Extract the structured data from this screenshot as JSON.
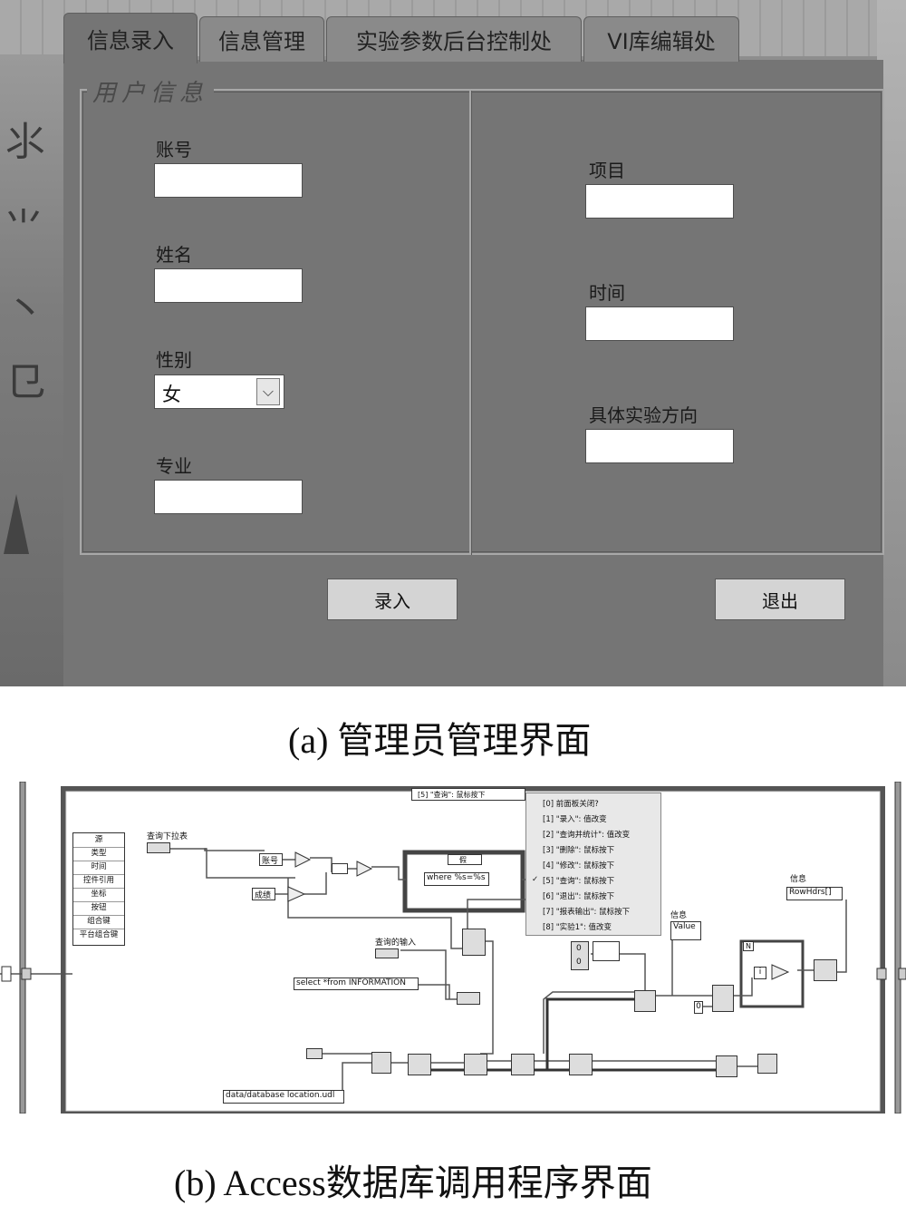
{
  "panel_a": {
    "tabs": [
      "信息录入",
      "信息管理",
      "实验参数后台控制处",
      "VI库编辑处"
    ],
    "active_tab_index": 0,
    "group_title": "用户信息",
    "left_fields": {
      "account_label": "账号",
      "name_label": "姓名",
      "gender_label": "性别",
      "gender_value": "女",
      "major_label": "专业"
    },
    "right_fields": {
      "project_label": "项目",
      "time_label": "时间",
      "direction_label": "具体实验方向"
    },
    "buttons": {
      "enter": "录入",
      "exit": "退出"
    },
    "caption": "(a) 管理员管理界面"
  },
  "panel_b": {
    "case_selector": "[5] \"查询\": 鼠标按下",
    "case_menu": [
      "[0] 前面板关闭?",
      "[1] \"录入\": 值改变",
      "[2] \"查询并统计\": 值改变",
      "[3] \"删除\": 鼠标按下",
      "[4] \"修改\": 鼠标按下",
      "[5] \"查询\": 鼠标按下",
      "[6] \"退出\": 鼠标按下",
      "[7] \"报表输出\": 鼠标按下",
      "[8] \"实验1\": 值改变"
    ],
    "checked_index": 5,
    "event_data_items": [
      "源",
      "类型",
      "时间",
      "控件引用",
      "坐标",
      "按钮",
      "组合键",
      "平台组合键"
    ],
    "labels": {
      "dropdown": "查询下拉表",
      "account": "账号",
      "score": "成绩",
      "format_string": "where %s=%s",
      "format_case": "假",
      "query_input": "查询的输入",
      "sql": "select *from INFORMATION",
      "db_path": "data/database location.udl",
      "info_label_1": "信息",
      "info_value": "Value",
      "info_label_2": "信息",
      "row_headers": "RowHdrs[]",
      "zero_1": "0",
      "zero_2": "0",
      "zero_3": "0",
      "loop_n": "N",
      "loop_i": "i"
    },
    "caption": "(b) Access数据库调用程序界面"
  }
}
